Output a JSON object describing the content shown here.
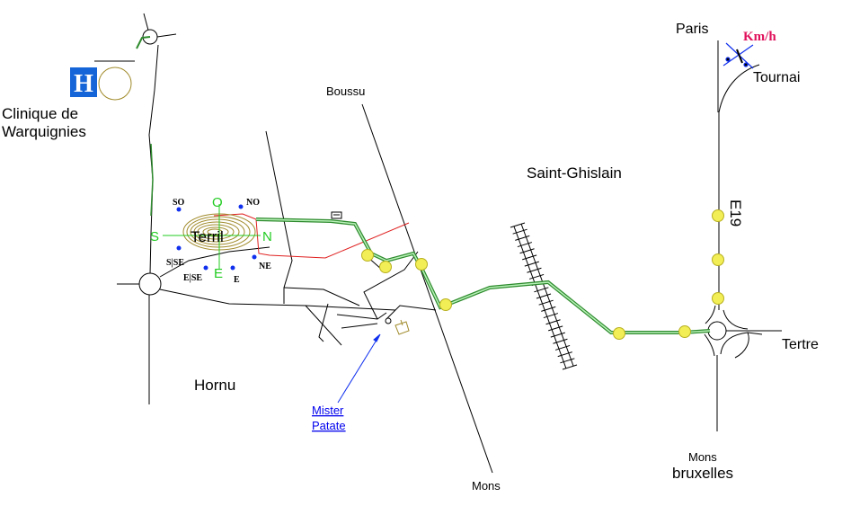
{
  "places": {
    "clinic_line1": "Clinique de",
    "clinic_line2": "Warquignies",
    "boussu": "Boussu",
    "saint_ghislain": "Saint-Ghislain",
    "paris": "Paris",
    "tournai": "Tournai",
    "hornu": "Hornu",
    "mons_bottom": "Mons",
    "mons_bruxelles_line1": "Mons",
    "mons_bruxelles_line2": "bruxelles",
    "tertre": "Tertre",
    "highway": "E19",
    "terril": "Terril"
  },
  "hospital_sign": "H",
  "speed_camera_label": "Km/h",
  "link": {
    "line1": "Mister",
    "line2": "Patate"
  },
  "compass": {
    "north": "N",
    "south": "S",
    "east": "E",
    "west": "O",
    "so": "SO",
    "no": "NO",
    "ne": "NE",
    "sse": "S|SE",
    "ese": "E|SE",
    "e_small": "E"
  },
  "colors": {
    "route": "#2e8b2e",
    "route_inner": "#b8f0b8",
    "red_road": "#e02020",
    "compass_green": "#22cc22",
    "terrain_contour": "#a08a2a",
    "marker_fill": "#f2ee55",
    "marker_stroke": "#b7b020",
    "hospital_blue": "#1565d8",
    "link_blue": "#0000ee",
    "speed_red": "#e0105a",
    "dot_blue": "#1030ee"
  }
}
